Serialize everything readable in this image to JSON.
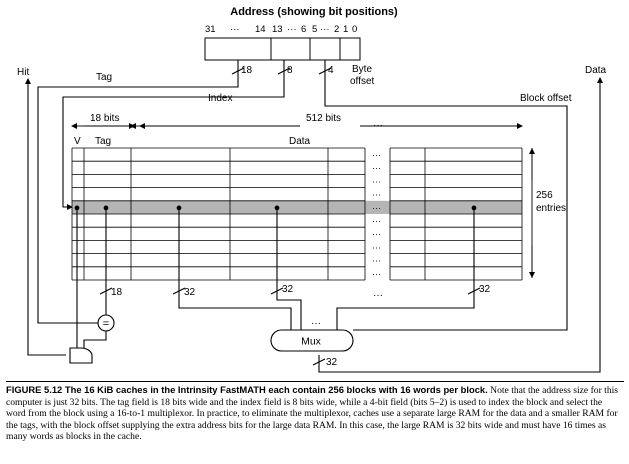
{
  "title": "Address (showing bit positions)",
  "bit_labels": {
    "b31": "31",
    "dots1": "···",
    "b14": "14",
    "b13": "13",
    "dots2": "···",
    "b6": "6",
    "b5": "5",
    "dots3": "···",
    "b2": "2",
    "b1": "1",
    "b0": "0"
  },
  "fields": {
    "tag_width": "18",
    "index_width": "8",
    "offset_width": "4",
    "byte_offset_line1": "Byte",
    "byte_offset_line2": "offset"
  },
  "signals": {
    "hit": "Hit",
    "tag": "Tag",
    "index": "Index",
    "block_offset": "Block offset",
    "data": "Data"
  },
  "array": {
    "bits18": "18 bits",
    "bits512": "512 bits",
    "col_v": "V",
    "col_tag": "Tag",
    "col_data": "Data",
    "entries_count": "256",
    "entries_label": "entries",
    "ellipsis": "···"
  },
  "buses": {
    "tag_out": "18",
    "w1": "32",
    "w2": "32",
    "w3": "32",
    "mux_out": "32",
    "mux_dots": "···"
  },
  "blocks": {
    "comparator": "=",
    "mux": "Mux"
  },
  "caption": {
    "head": "FIGURE 5.12   The 16 KiB caches in the Intrinsity FastMATH each contain 256 blocks with 16 words per block.",
    "body": "Note that the address size for this computer is just 32 bits. The tag field is 18 bits wide and the index field is 8 bits wide, while a 4-bit field (bits 5–2) is used to index the block and select the word from the block using a 16-to-1 multiplexor. In practice, to eliminate the multiplexor, caches use a separate large RAM for the data and a smaller RAM for the tags, with the block offset supplying the extra address bits for the large data RAM. In this case, the large RAM is 32 bits wide and must have 16 times as many words as blocks in the cache."
  }
}
